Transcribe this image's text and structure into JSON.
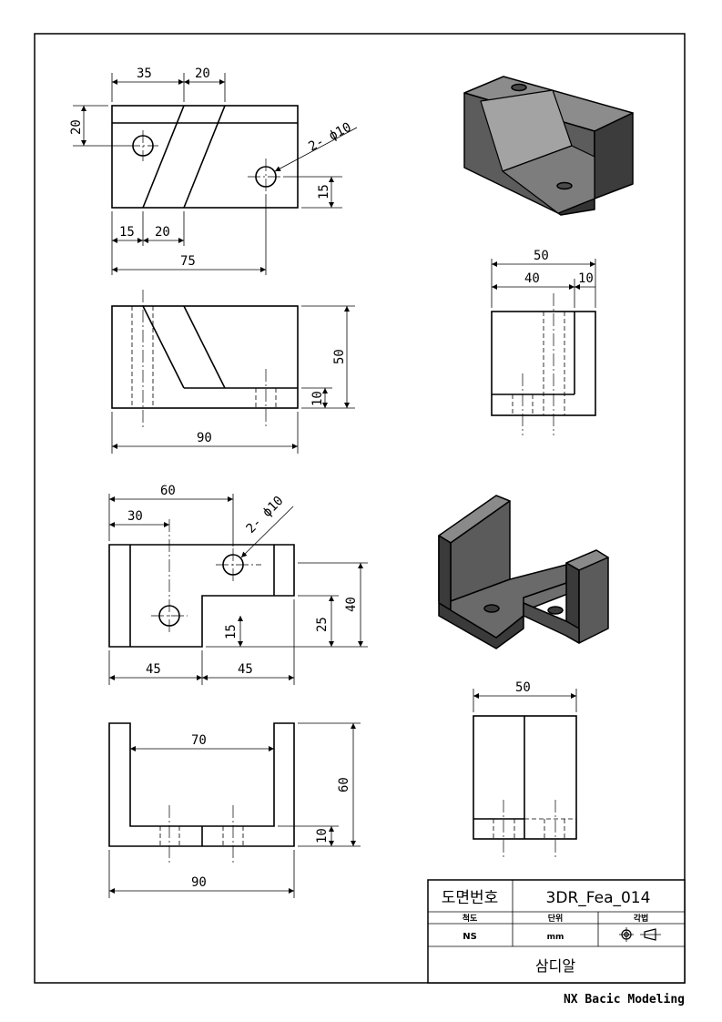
{
  "drawing": {
    "dims": {
      "v1_35": "35",
      "v1_20a": "20",
      "v1_20side": "20",
      "v1_hole": "2- ϕ10",
      "v1_15r": "15",
      "v1_15b": "15",
      "v1_20b": "20",
      "v1_75": "75",
      "v2_50": "50",
      "v2_10": "10",
      "v2_90": "90",
      "v3_50": "50",
      "v3_40": "40",
      "v3_10": "10",
      "v4_60": "60",
      "v4_30": "30",
      "v4_hole": "2- ϕ10",
      "v4_25": "25",
      "v4_40": "40",
      "v4_15": "15",
      "v4_45a": "45",
      "v4_45b": "45",
      "v5_70": "70",
      "v5_60": "60",
      "v5_10": "10",
      "v5_90": "90",
      "v6_50": "50"
    }
  },
  "title_block": {
    "drawing_no_label": "도면번호",
    "drawing_no_value": "3DR_Fea_014",
    "scale_label": "척도",
    "unit_label": "단위",
    "projection_label": "각법",
    "scale_value": "NS",
    "unit_value": "mm",
    "company": "삼디알"
  },
  "footer": "NX Bacic Modeling"
}
